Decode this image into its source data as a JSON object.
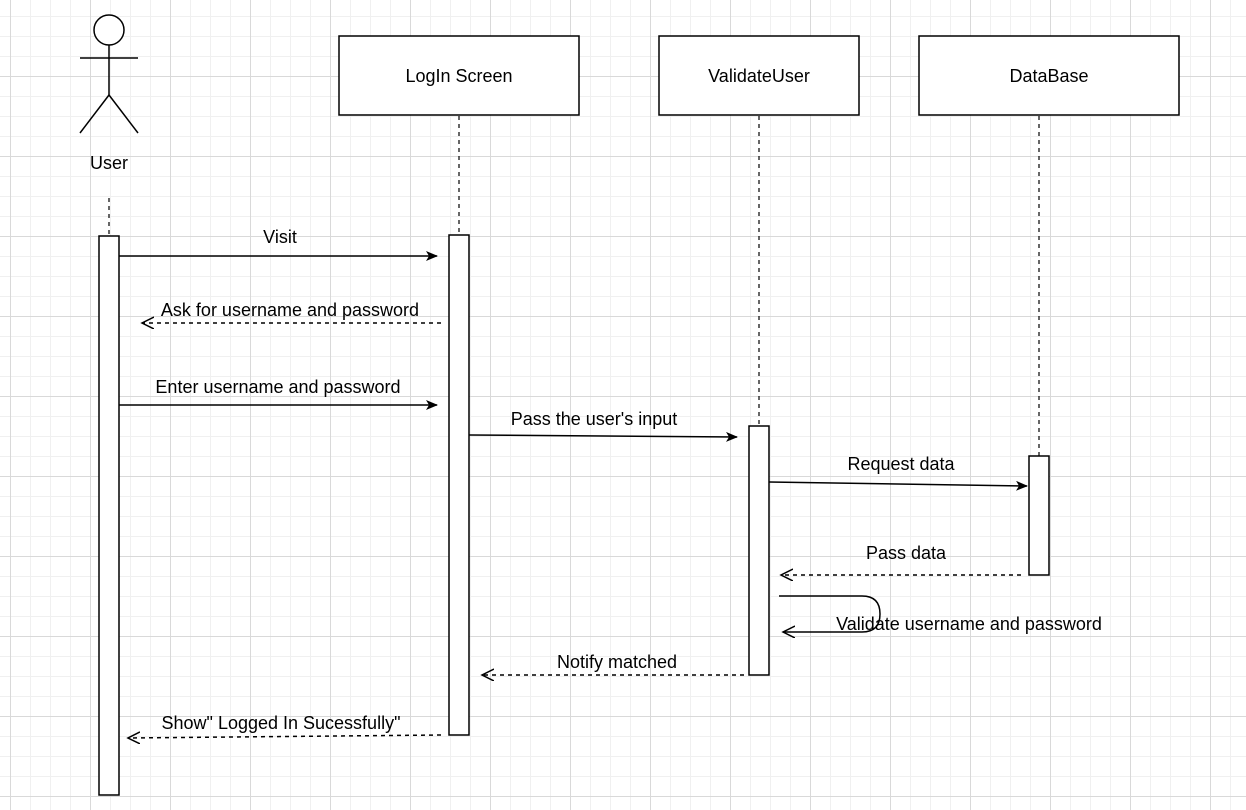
{
  "actor": {
    "name": "User"
  },
  "participants": [
    {
      "id": "login",
      "name": "LogIn Screen"
    },
    {
      "id": "validate",
      "name": "ValidateUser"
    },
    {
      "id": "db",
      "name": "DataBase"
    }
  ],
  "messages": [
    {
      "id": "m1",
      "label": "Visit",
      "from": "User",
      "to": "LogIn Screen",
      "kind": "call"
    },
    {
      "id": "m2",
      "label": "Ask for username and password",
      "from": "LogIn Screen",
      "to": "User",
      "kind": "return"
    },
    {
      "id": "m3",
      "label": "Enter username and password",
      "from": "User",
      "to": "LogIn Screen",
      "kind": "call"
    },
    {
      "id": "m4",
      "label": "Pass the user's input",
      "from": "LogIn Screen",
      "to": "ValidateUser",
      "kind": "call"
    },
    {
      "id": "m5",
      "label": "Request data",
      "from": "ValidateUser",
      "to": "DataBase",
      "kind": "call"
    },
    {
      "id": "m6",
      "label": "Pass data",
      "from": "DataBase",
      "to": "ValidateUser",
      "kind": "return"
    },
    {
      "id": "m7",
      "label": "Validate username and password",
      "from": "ValidateUser",
      "to": "ValidateUser",
      "kind": "self"
    },
    {
      "id": "m8",
      "label": "Notify matched",
      "from": "ValidateUser",
      "to": "LogIn Screen",
      "kind": "return"
    },
    {
      "id": "m9",
      "label": "Show\" Logged In Sucessfully\"",
      "from": "LogIn Screen",
      "to": "User",
      "kind": "return"
    }
  ]
}
